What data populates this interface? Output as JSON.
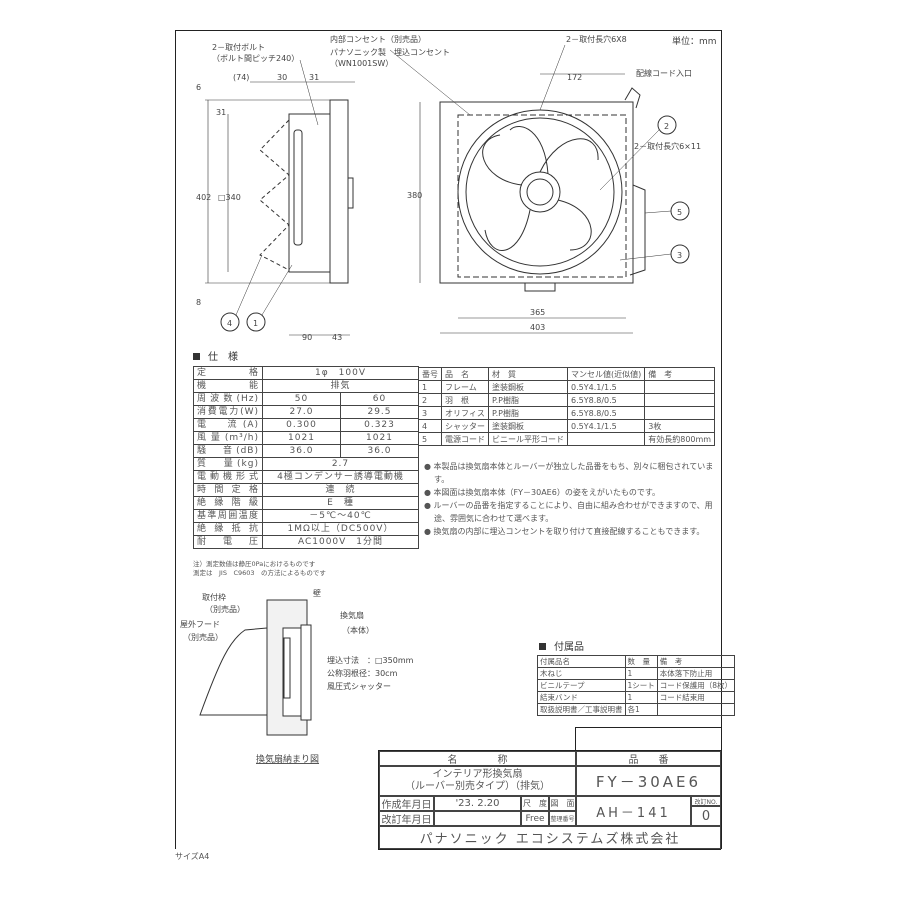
{
  "unit_label": "単位：mm",
  "drawing_labels": {
    "bolt": "2－取付ボルト",
    "bolt_pitch": "（ボルト間ピッチ240）",
    "outlet": "内部コンセント（別売品）",
    "outlet_maker": "パナソニック製　埋込コンセント",
    "outlet_model": "（WN1001SW）",
    "slot_top": "2－取付長穴6X8",
    "slot_side": "2－取付長穴6×11",
    "cord_inlet": "配線コード入口",
    "dims": {
      "d74": "(74)",
      "d30": "30",
      "d31a": "31",
      "d6": "6",
      "d31b": "31",
      "d402": "402",
      "d340": "□340",
      "d8": "8",
      "d90": "90",
      "d43": "43",
      "d172": "172",
      "d380": "380",
      "d365": "365",
      "d403": "403"
    },
    "callouts": [
      "1",
      "2",
      "3",
      "4",
      "5"
    ]
  },
  "spec": {
    "heading": "仕　様",
    "rows": [
      {
        "label": "定　　格",
        "v": "1φ　100V"
      },
      {
        "label": "機　　能",
        "v": "排気"
      },
      {
        "label": "周波数(Hz)",
        "v50": "50",
        "v60": "60"
      },
      {
        "label": "消費電力(W)",
        "v50": "27.0",
        "v60": "29.5"
      },
      {
        "label": "電　流(A)",
        "v50": "0.300",
        "v60": "0.323"
      },
      {
        "label": "風量(m³/h)",
        "v50": "1021",
        "v60": "1021"
      },
      {
        "label": "騒　音(dB)",
        "v50": "36.0",
        "v60": "36.0"
      },
      {
        "label": "質　量(kg)",
        "v": "2.7"
      },
      {
        "label": "電動機形式",
        "v": "4極コンデンサー誘導電動機"
      },
      {
        "label": "時間定格",
        "v": "連　続"
      },
      {
        "label": "絶縁階級",
        "v": "E　種"
      },
      {
        "label": "基準周囲温度",
        "v": "－5℃～40℃"
      },
      {
        "label": "絶縁抵抗",
        "v": "1MΩ以上（DC500V）"
      },
      {
        "label": "耐電圧",
        "v": "AC1000V　1分間"
      }
    ],
    "footnote1": "注）測定数値は静圧0Paにおけるものです",
    "footnote2": "測定は　JIS　C9603　の方法によるものです"
  },
  "parts": {
    "headers": [
      "番号",
      "品　名",
      "材　質",
      "マンセル値(近似値)",
      "備　考"
    ],
    "rows": [
      [
        "1",
        "フレーム",
        "塗装鋼板",
        "0.5Y4.1/1.5",
        ""
      ],
      [
        "2",
        "羽　根",
        "P.P樹脂",
        "6.5Y8.8/0.5",
        ""
      ],
      [
        "3",
        "オリフィス",
        "P.P樹脂",
        "6.5Y8.8/0.5",
        ""
      ],
      [
        "4",
        "シャッター",
        "塗装鋼板",
        "0.5Y4.1/1.5",
        "3枚"
      ],
      [
        "5",
        "電源コード",
        "ビニール平形コード",
        "",
        "有効長約800mm"
      ]
    ]
  },
  "notes": [
    "本製品は換気扇本体とルーバーが独立した品番をもち、別々に梱包されています。",
    "本図面は換気扇本体（FY－30AE6）の姿をえがいたものです。",
    "ルーバーの品番を指定することにより、自由に組み合わせができますので、用途、雰囲気に合わせて選べます。",
    "換気扇の内部に埋込コンセントを取り付けて直接配線することもできます。"
  ],
  "install": {
    "frame": "取付枠",
    "frame_sub": "（別売品）",
    "hood": "屋外フード",
    "hood_sub": "（別売品）",
    "wall": "壁",
    "fan": "換気扇",
    "fan_sub": "（本体）",
    "spec1": "埋込寸法　：□350mm",
    "spec2": "公称羽根径：30cm",
    "spec3": "風圧式シャッター",
    "caption": "換気扇納まり図"
  },
  "accessories": {
    "heading": "付属品",
    "headers": [
      "付属品名",
      "数　量",
      "備　考"
    ],
    "rows": [
      [
        "木ねじ",
        "1",
        "本体落下防止用"
      ],
      [
        "ビニルテープ",
        "1シート",
        "コード保護用（8枚）"
      ],
      [
        "結束バンド",
        "1",
        "コード結束用"
      ],
      [
        "取扱説明書／工事説明書",
        "各1",
        ""
      ]
    ]
  },
  "title_block": {
    "name_label": "名　　　　称",
    "number_label": "品　　番",
    "product_name1": "インテリア形換気扇",
    "product_name2": "（ルーバー別売タイプ）（排気）",
    "model": "FY－30AE6",
    "created_label": "作成年月日",
    "created": "'23. 2.20",
    "scale_label": "尺　度",
    "scale": "Free",
    "drawing_label": "図　面",
    "ref_label": "整理番号",
    "drawing_no": "AH－141",
    "revised_label": "改訂年月日",
    "revised": "",
    "rev_no_label": "改訂NO.",
    "rev_no": "0",
    "company": "パナソニック エコシステムズ株式会社"
  },
  "paper_size": "サイズA4"
}
